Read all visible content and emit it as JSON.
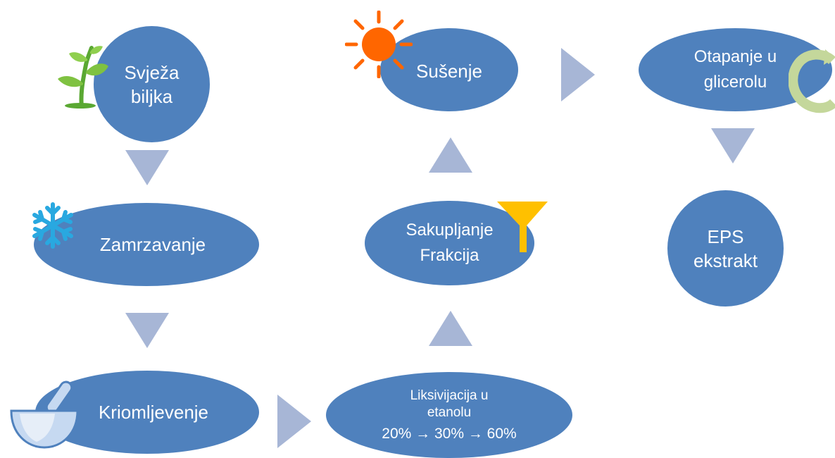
{
  "nodes": {
    "svjeza_biljka": {
      "line1": "Svježa",
      "line2": "biljka"
    },
    "zamrzavanje": {
      "label": "Zamrzavanje"
    },
    "kriomljevenje": {
      "label": "Kriomljevenje"
    },
    "liksivijacija": {
      "line1": "Liksivijacija u",
      "line2": "etanolu",
      "line3": "20% → 30% → 60%"
    },
    "sakupljanje": {
      "line1": "Sakupljanje",
      "line2": "Frakcija"
    },
    "susenje": {
      "label": "Sušenje"
    },
    "otapanje": {
      "line1": "Otapanje u",
      "line2": "glicerolu"
    },
    "eps": {
      "line1": "EPS",
      "line2": "ekstrakt"
    }
  },
  "icons": [
    "plant-icon",
    "snowflake-icon",
    "mortar-pestle-icon",
    "funnel-icon",
    "sun-icon",
    "cycle-arrow-icon"
  ],
  "colors": {
    "node": "#4f81bd",
    "arrow": "#a7b6d6",
    "sun": "#ff6600",
    "funnel": "#ffc000",
    "plant": "#7fc241",
    "snowflake": "#29a8e0",
    "cycle": "#c4d79b"
  }
}
